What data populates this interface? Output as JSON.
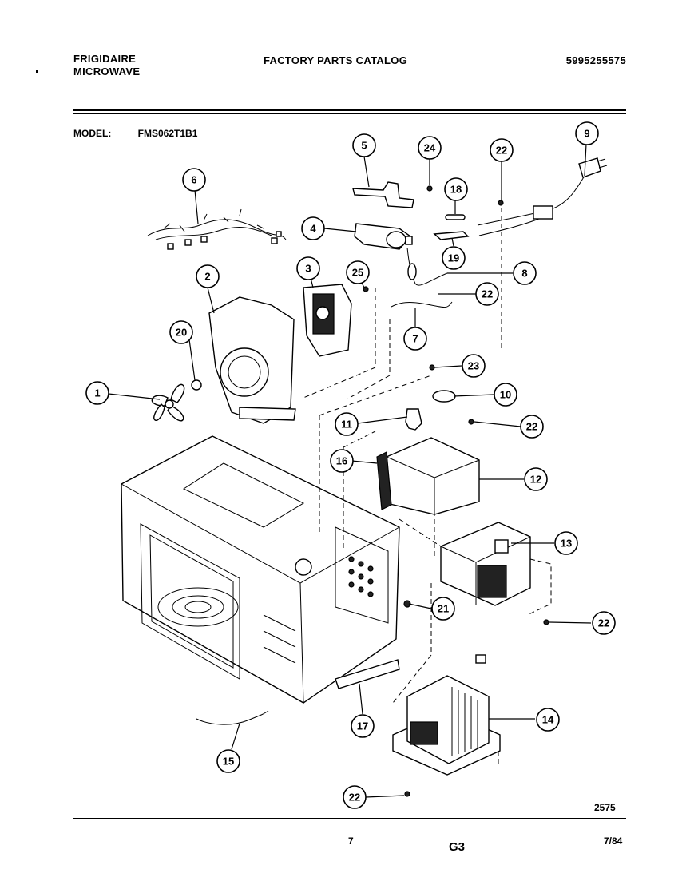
{
  "header": {
    "brand_line1": "FRIGIDAIRE",
    "brand_line2": "MICROWAVE",
    "title": "FACTORY PARTS CATALOG",
    "catalog_number": "5995255575"
  },
  "model": {
    "label": "MODEL:",
    "value": "FMS062T1B1"
  },
  "callouts": [
    "1",
    "2",
    "3",
    "4",
    "5",
    "6",
    "7",
    "8",
    "9",
    "10",
    "11",
    "12",
    "13",
    "14",
    "15",
    "16",
    "17",
    "18",
    "19",
    "20",
    "21",
    "22",
    "22",
    "22",
    "22",
    "22",
    "22",
    "23",
    "24",
    "25"
  ],
  "footer": {
    "drawing_number": "2575",
    "page_number": "7",
    "section": "G3",
    "date": "7/84"
  }
}
